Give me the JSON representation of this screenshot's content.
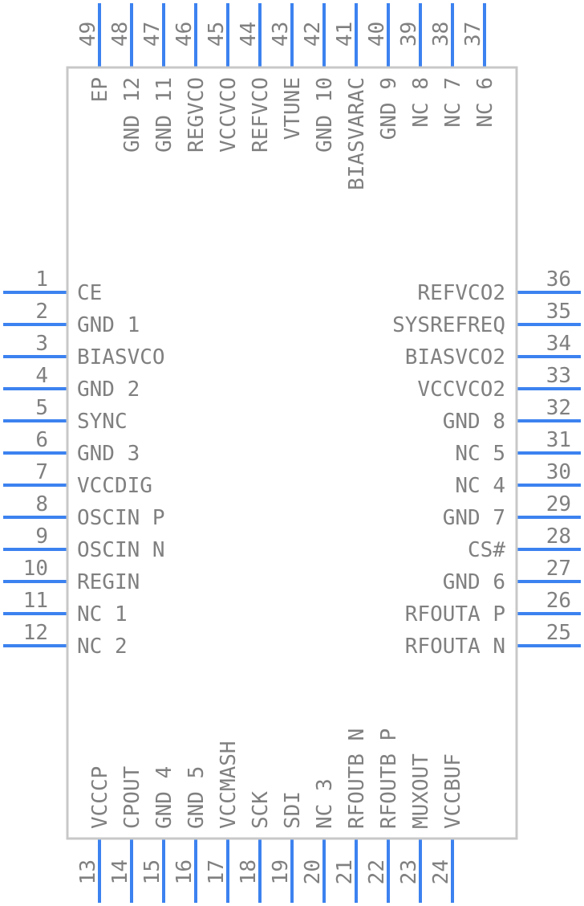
{
  "colors": {
    "pin": "#3c82f0",
    "body": "#c8c8c8",
    "text": "#808080"
  },
  "pins": {
    "left": [
      {
        "num": "1",
        "name": "CE"
      },
      {
        "num": "2",
        "name": "GND_1"
      },
      {
        "num": "3",
        "name": "BIASVCO"
      },
      {
        "num": "4",
        "name": "GND_2"
      },
      {
        "num": "5",
        "name": "SYNC"
      },
      {
        "num": "6",
        "name": "GND_3"
      },
      {
        "num": "7",
        "name": "VCCDIG"
      },
      {
        "num": "8",
        "name": "OSCIN_P"
      },
      {
        "num": "9",
        "name": "OSCIN_N"
      },
      {
        "num": "10",
        "name": "REGIN"
      },
      {
        "num": "11",
        "name": "NC_1"
      },
      {
        "num": "12",
        "name": "NC_2"
      }
    ],
    "bottom": [
      {
        "num": "13",
        "name": "VCCCP"
      },
      {
        "num": "14",
        "name": "CPOUT"
      },
      {
        "num": "15",
        "name": "GND_4"
      },
      {
        "num": "16",
        "name": "GND_5"
      },
      {
        "num": "17",
        "name": "VCCMASH"
      },
      {
        "num": "18",
        "name": "SCK"
      },
      {
        "num": "19",
        "name": "SDI"
      },
      {
        "num": "20",
        "name": "NC_3"
      },
      {
        "num": "21",
        "name": "RFOUTB_N"
      },
      {
        "num": "22",
        "name": "RFOUTB_P"
      },
      {
        "num": "23",
        "name": "MUXOUT"
      },
      {
        "num": "24",
        "name": "VCCBUF"
      }
    ],
    "right": [
      {
        "num": "25",
        "name": "RFOUTA_N"
      },
      {
        "num": "26",
        "name": "RFOUTA_P"
      },
      {
        "num": "27",
        "name": "GND_6"
      },
      {
        "num": "28",
        "name": "CS#"
      },
      {
        "num": "29",
        "name": "GND_7"
      },
      {
        "num": "30",
        "name": "NC_4"
      },
      {
        "num": "31",
        "name": "NC_5"
      },
      {
        "num": "32",
        "name": "GND_8"
      },
      {
        "num": "33",
        "name": "VCCVCO2"
      },
      {
        "num": "34",
        "name": "BIASVCO2"
      },
      {
        "num": "35",
        "name": "SYSREFREQ"
      },
      {
        "num": "36",
        "name": "REFVCO2"
      }
    ],
    "top": [
      {
        "num": "37",
        "name": "NC_6"
      },
      {
        "num": "38",
        "name": "NC_7"
      },
      {
        "num": "39",
        "name": "NC_8"
      },
      {
        "num": "40",
        "name": "GND_9"
      },
      {
        "num": "41",
        "name": "BIASVARAC"
      },
      {
        "num": "42",
        "name": "GND_10"
      },
      {
        "num": "43",
        "name": "VTUNE"
      },
      {
        "num": "44",
        "name": "REFVCO"
      },
      {
        "num": "45",
        "name": "VCCVCO"
      },
      {
        "num": "46",
        "name": "REGVCO"
      },
      {
        "num": "47",
        "name": "GND_11"
      },
      {
        "num": "48",
        "name": "GND_12"
      },
      {
        "num": "49",
        "name": "EP"
      }
    ]
  }
}
